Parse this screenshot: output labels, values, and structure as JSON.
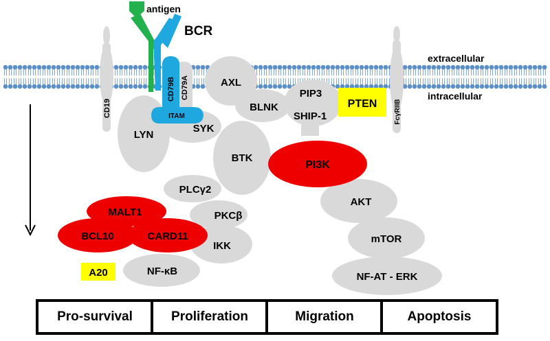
{
  "labels": {
    "antigen": "antigen",
    "bcr": "BCR",
    "extracellular": "extracellular",
    "intracellular": "intracellular",
    "cd19": "CD19",
    "cd79b": "CD79B",
    "cd79a": "CD79A",
    "itam": "ITAM",
    "fcgriib": "FcγRIIB",
    "lyn": "LYN",
    "syk": "SYK",
    "axl": "AXL",
    "blnk": "BLNK",
    "pip3": "PIP3",
    "ship1": "SHIP-1",
    "pten": "PTEN",
    "btk": "BTK",
    "pi3k": "PI3K",
    "plcg2": "PLCγ2",
    "pkcb": "PKCβ",
    "akt": "AKT",
    "malt1": "MALT1",
    "bcl10": "BCL10",
    "card11": "CARD11",
    "ikk": "IKK",
    "mtor": "mTOR",
    "a20": "A20",
    "nfkb": "NF-κB",
    "nfat_erk": "NF-AT - ERK"
  },
  "outcomes": [
    "Pro-survival",
    "Proliferation",
    "Migration",
    "Apoptosis"
  ],
  "colors": {
    "membrane_head": "#5b8fc9",
    "membrane_tail": "#7fa6d6",
    "protein": "#d9d9d9",
    "highlight_red": "#ee0000",
    "highlight_yellow": "#ffff00",
    "bcr_green": "#22b14c",
    "bcr_blue": "#1fa8e0"
  }
}
